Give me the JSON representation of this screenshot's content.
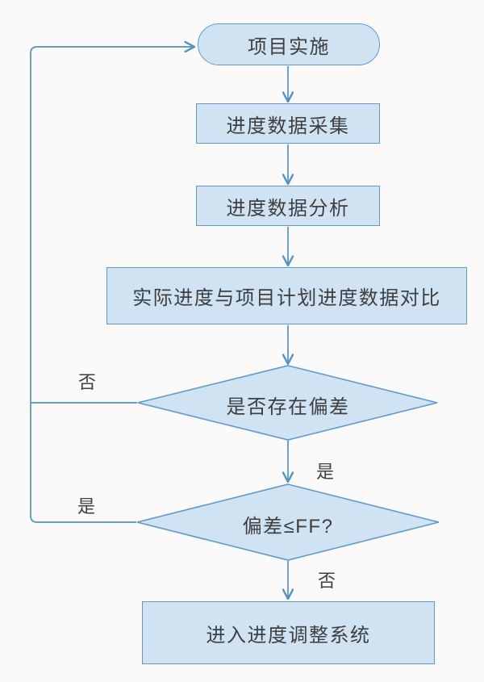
{
  "flowchart": {
    "description": "Project schedule monitoring and adjustment flowchart",
    "colors": {
      "background": "#fbfaf8",
      "node_fill": "#cfe3f2",
      "node_border": "#5b9bd5",
      "connector": "#4f93c8",
      "text": "#3f3f3f"
    },
    "nodes": {
      "start": {
        "type": "terminator",
        "label": "项目实施"
      },
      "collect": {
        "type": "process",
        "label": "进度数据采集"
      },
      "analyze": {
        "type": "process",
        "label": "进度数据分析"
      },
      "compare": {
        "type": "process",
        "label": "实际进度与项目计划进度数据对比"
      },
      "has_deviation": {
        "type": "decision",
        "label": "是否存在偏差"
      },
      "deviation_within_ff": {
        "type": "decision",
        "label": "偏差≤FF?"
      },
      "adjust": {
        "type": "process",
        "label": "进入进度调整系统"
      }
    },
    "edges": {
      "has_deviation_no": {
        "label": "否",
        "from": "has_deviation",
        "to": "start"
      },
      "has_deviation_yes": {
        "label": "是",
        "from": "has_deviation",
        "to": "deviation_within_ff"
      },
      "deviation_within_ff_yes": {
        "label": "是",
        "from": "deviation_within_ff",
        "to": "start"
      },
      "deviation_within_ff_no": {
        "label": "否",
        "from": "deviation_within_ff",
        "to": "adjust"
      }
    }
  }
}
